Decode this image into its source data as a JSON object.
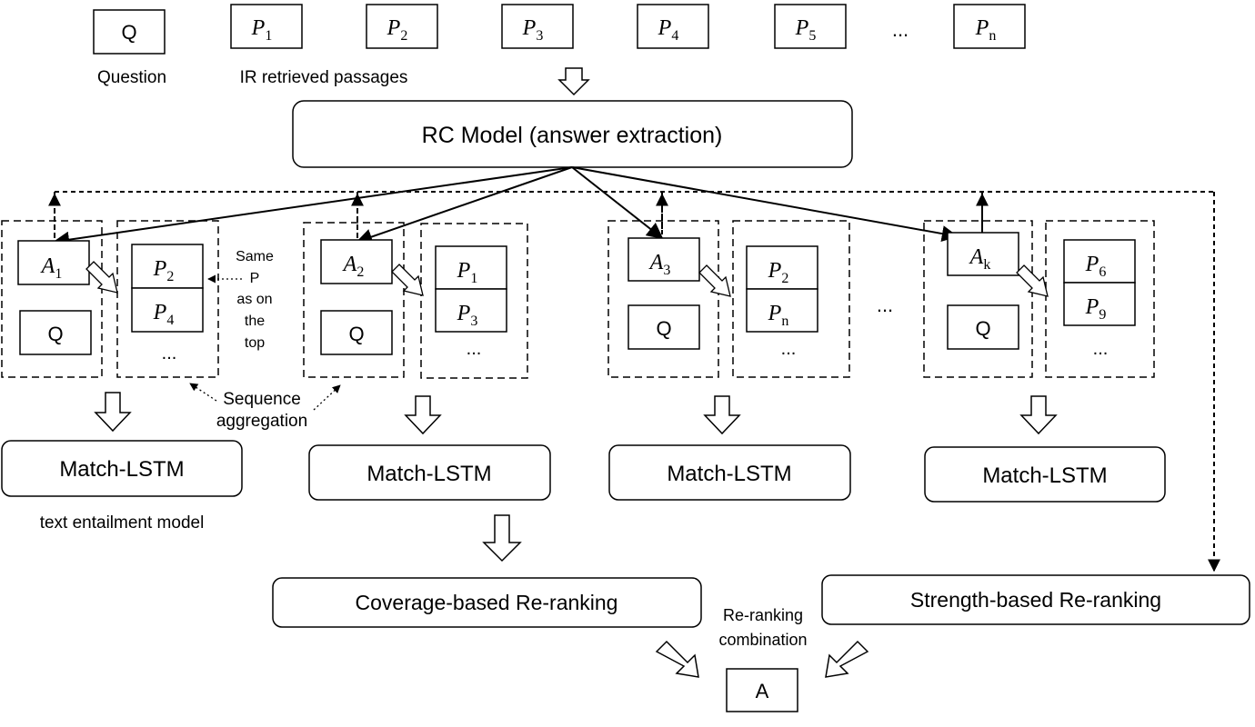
{
  "inputs": {
    "question_box": "Q",
    "question_label": "Question",
    "passages": [
      {
        "letter": "P",
        "sub": "1"
      },
      {
        "letter": "P",
        "sub": "2"
      },
      {
        "letter": "P",
        "sub": "3"
      },
      {
        "letter": "P",
        "sub": "4"
      },
      {
        "letter": "P",
        "sub": "5"
      },
      {
        "letter": "P",
        "sub": "n"
      }
    ],
    "passages_ellipsis": "...",
    "passages_label": "IR retrieved passages"
  },
  "rc_model": "RC Model (answer extraction)",
  "groups": [
    {
      "answer": {
        "letter": "A",
        "sub": "1"
      },
      "question": "Q",
      "passages": [
        {
          "letter": "P",
          "sub": "2"
        },
        {
          "letter": "P",
          "sub": "4"
        }
      ],
      "ellipsis": "...",
      "model": "Match-LSTM"
    },
    {
      "answer": {
        "letter": "A",
        "sub": "2"
      },
      "question": "Q",
      "passages": [
        {
          "letter": "P",
          "sub": "1"
        },
        {
          "letter": "P",
          "sub": "3"
        }
      ],
      "ellipsis": "...",
      "model": "Match-LSTM"
    },
    {
      "answer": {
        "letter": "A",
        "sub": "3"
      },
      "question": "Q",
      "passages": [
        {
          "letter": "P",
          "sub": "2"
        },
        {
          "letter": "P",
          "sub": "n"
        }
      ],
      "ellipsis": "...",
      "model": "Match-LSTM"
    },
    {
      "answer": {
        "letter": "A",
        "sub": "k"
      },
      "question": "Q",
      "passages": [
        {
          "letter": "P",
          "sub": "6"
        },
        {
          "letter": "P",
          "sub": "9"
        }
      ],
      "ellipsis": "...",
      "model": "Match-LSTM"
    }
  ],
  "groups_ellipsis": "...",
  "annotations": {
    "same_p": [
      "Same",
      "P",
      "as on",
      "the",
      "top"
    ],
    "sequence_aggregation": [
      "Sequence",
      "aggregation"
    ],
    "text_entailment": "text entailment model",
    "reranking_combination": [
      "Re-ranking",
      "combination"
    ]
  },
  "coverage_reranking": "Coverage-based Re-ranking",
  "strength_reranking": "Strength-based Re-ranking",
  "final_answer": "A"
}
